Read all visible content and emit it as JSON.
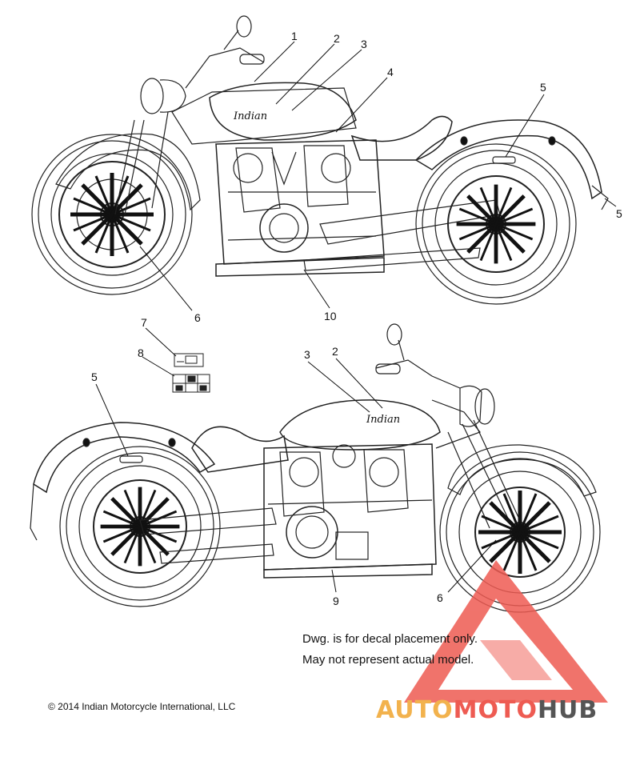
{
  "callouts_top": [
    "1",
    "2",
    "3",
    "4",
    "5",
    "5",
    "6",
    "10",
    "7",
    "8"
  ],
  "callouts_bottom": [
    "5",
    "3",
    "2",
    "6",
    "9"
  ],
  "note": {
    "line1": "Dwg. is for decal placement only.",
    "line2": "May not represent actual model."
  },
  "copyright": "© 2014 Indian Motorcycle International, LLC",
  "tank_logo": "Indian",
  "watermark": {
    "part1": "AUTO",
    "part2": "MOTO",
    "part3": "HUB",
    "colors": {
      "auto": "#f2b24d",
      "moto": "#ee5b52",
      "hub": "#555555",
      "triangle": "#ee5b52"
    }
  }
}
